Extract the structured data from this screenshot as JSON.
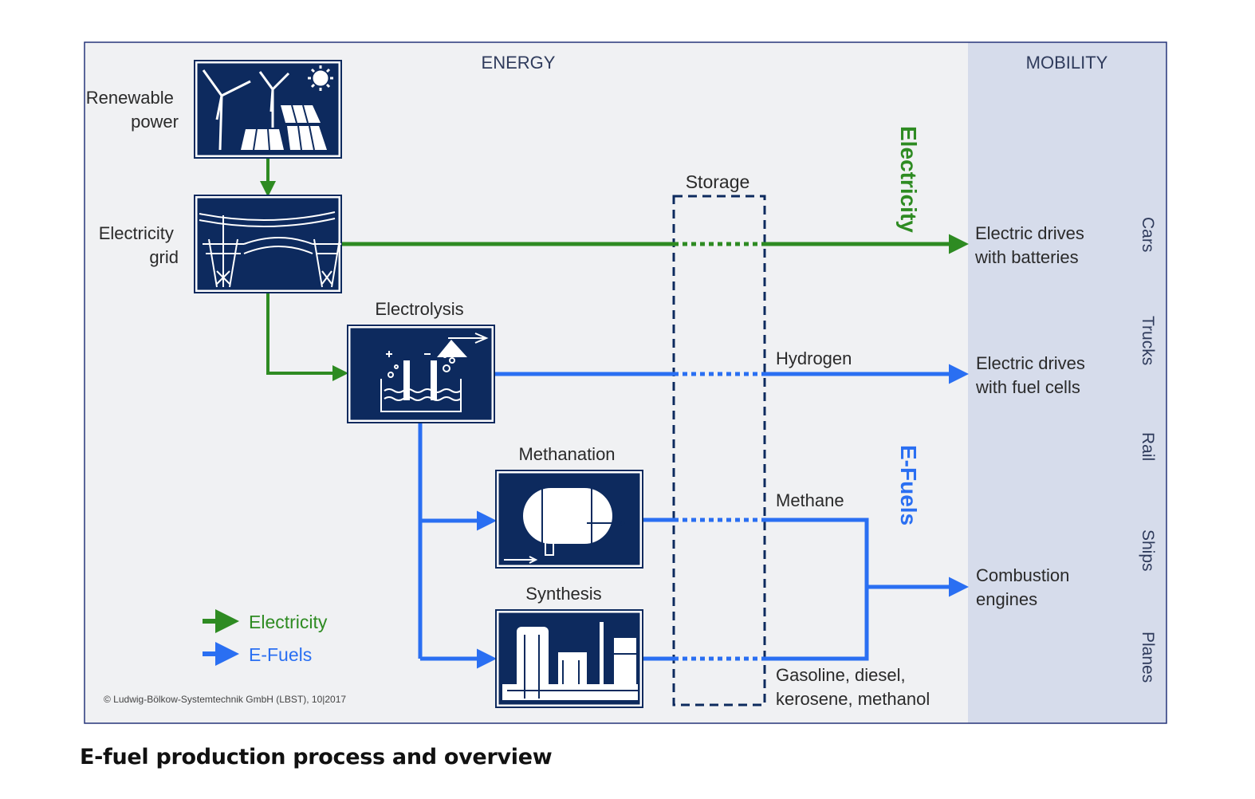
{
  "colors": {
    "electricity": "#2e8b22",
    "efuels": "#2a6ff2",
    "navy": "#0d2a5e",
    "energy_bg": "#f0f1f3",
    "mobility_bg": "#d6dceb",
    "frame": "#26357a",
    "text": "#2a2a2a"
  },
  "sections": {
    "energy": "ENERGY",
    "mobility": "MOBILITY"
  },
  "sources": {
    "renewable": [
      "Renewable",
      "power"
    ],
    "grid": [
      "Electricity",
      "grid"
    ]
  },
  "processes": {
    "electrolysis": "Electrolysis",
    "methanation": "Methanation",
    "synthesis": "Synthesis"
  },
  "storage": "Storage",
  "carriers": {
    "hydrogen": "Hydrogen",
    "methane": "Methane",
    "liquid": [
      "Gasoline, diesel,",
      "kerosene, methanol"
    ]
  },
  "vertical_labels": {
    "electricity": "Electricity",
    "efuels": "E-Fuels"
  },
  "uses": {
    "batteries": [
      "Electric drives",
      "with batteries"
    ],
    "fuel_cells": [
      "Electric drives",
      "with fuel cells"
    ],
    "combustion": [
      "Combustion",
      "engines"
    ]
  },
  "modes": [
    "Cars",
    "Trucks",
    "Rail",
    "Ships",
    "Planes"
  ],
  "legend": {
    "electricity": "Electricity",
    "efuels": "E-Fuels"
  },
  "copyright": "© Ludwig-Bölkow-Systemtechnik GmbH (LBST), 10|2017",
  "caption": "E-fuel production process and overview"
}
